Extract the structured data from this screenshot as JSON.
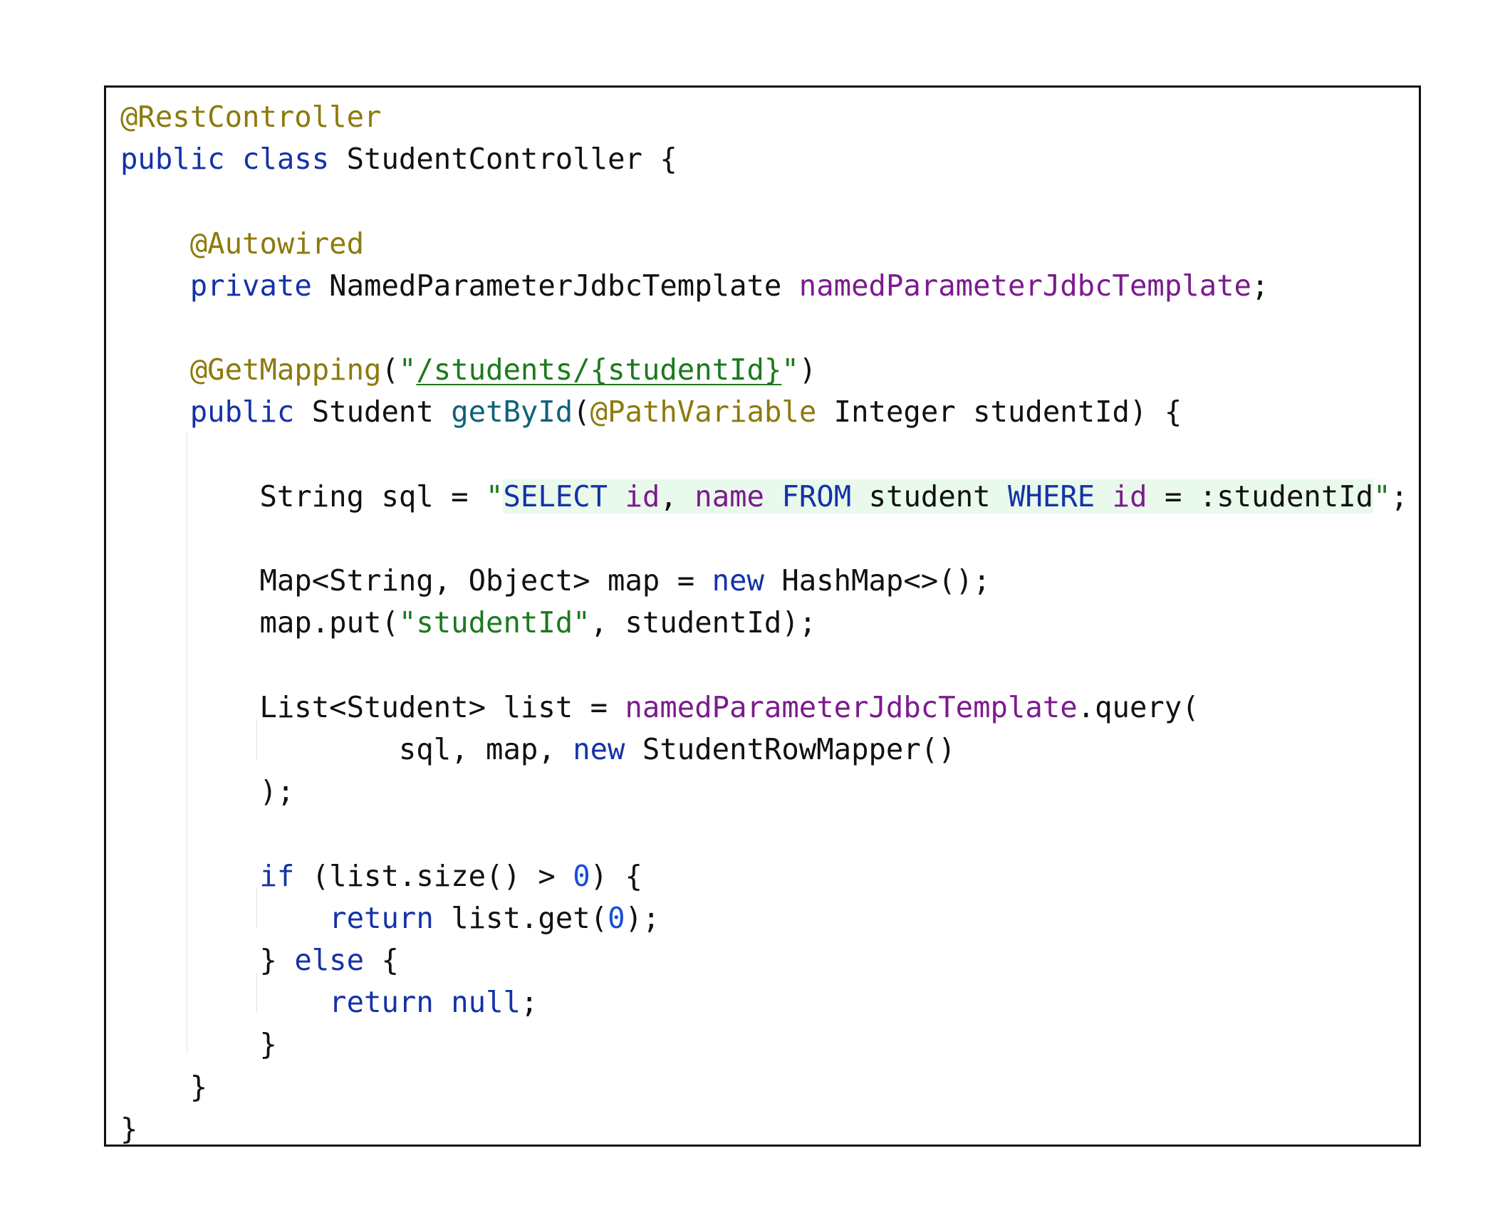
{
  "code": {
    "lines": [
      [
        {
          "t": "@RestController",
          "c": "ann"
        }
      ],
      [
        {
          "t": "public",
          "c": "kw"
        },
        {
          "t": " "
        },
        {
          "t": "class",
          "c": "kw"
        },
        {
          "t": " StudentController {"
        }
      ],
      [],
      [
        {
          "t": "    "
        },
        {
          "t": "@Autowired",
          "c": "ann"
        }
      ],
      [
        {
          "t": "    "
        },
        {
          "t": "private",
          "c": "kw"
        },
        {
          "t": " NamedParameterJdbcTemplate "
        },
        {
          "t": "namedParameterJdbcTemplate",
          "c": "fld"
        },
        {
          "t": ";"
        }
      ],
      [],
      [
        {
          "t": "    "
        },
        {
          "t": "@GetMapping",
          "c": "ann"
        },
        {
          "t": "("
        },
        {
          "t": "\"",
          "c": "str"
        },
        {
          "t": "/students/{studentId}",
          "c": "str link"
        },
        {
          "t": "\"",
          "c": "str"
        },
        {
          "t": ")"
        }
      ],
      [
        {
          "t": "    "
        },
        {
          "t": "public",
          "c": "kw"
        },
        {
          "t": " Student "
        },
        {
          "t": "getById",
          "c": "fn"
        },
        {
          "t": "("
        },
        {
          "t": "@PathVariable",
          "c": "ann"
        },
        {
          "t": " Integer studentId) {"
        }
      ],
      [],
      [
        {
          "t": "        String sql = "
        },
        {
          "t": "\"",
          "c": "str"
        },
        {
          "t": "SELECT",
          "c": "sqlkw sql-frag"
        },
        {
          "t": " ",
          "c": "sqlplain sql-frag"
        },
        {
          "t": "id",
          "c": "sqlid sql-frag"
        },
        {
          "t": ", ",
          "c": "sqlplain sql-frag"
        },
        {
          "t": "name",
          "c": "sqlid sql-frag"
        },
        {
          "t": " ",
          "c": "sqlplain sql-frag"
        },
        {
          "t": "FROM",
          "c": "sqlkw sql-frag"
        },
        {
          "t": " student ",
          "c": "sqlplain sql-frag"
        },
        {
          "t": "WHERE",
          "c": "sqlkw sql-frag"
        },
        {
          "t": " ",
          "c": "sqlplain sql-frag"
        },
        {
          "t": "id",
          "c": "sqlid sql-frag"
        },
        {
          "t": " = :studentId",
          "c": "sqlplain sql-frag"
        },
        {
          "t": "\"",
          "c": "str"
        },
        {
          "t": ";"
        }
      ],
      [],
      [
        {
          "t": "        Map<String, Object> map = "
        },
        {
          "t": "new",
          "c": "kw"
        },
        {
          "t": " HashMap<>();"
        }
      ],
      [
        {
          "t": "        map.put("
        },
        {
          "t": "\"studentId\"",
          "c": "str"
        },
        {
          "t": ", studentId);"
        }
      ],
      [],
      [
        {
          "t": "        List<Student> list = "
        },
        {
          "t": "namedParameterJdbcTemplate",
          "c": "fld"
        },
        {
          "t": ".query("
        }
      ],
      [
        {
          "t": "                sql, map, "
        },
        {
          "t": "new",
          "c": "kw"
        },
        {
          "t": " StudentRowMapper()"
        }
      ],
      [
        {
          "t": "        );"
        }
      ],
      [],
      [
        {
          "t": "        "
        },
        {
          "t": "if",
          "c": "kw"
        },
        {
          "t": " (list.size() > "
        },
        {
          "t": "0",
          "c": "num"
        },
        {
          "t": ") {"
        }
      ],
      [
        {
          "t": "            "
        },
        {
          "t": "return",
          "c": "kw"
        },
        {
          "t": " list.get("
        },
        {
          "t": "0",
          "c": "num"
        },
        {
          "t": ");"
        }
      ],
      [
        {
          "t": "        } "
        },
        {
          "t": "else",
          "c": "kw"
        },
        {
          "t": " {"
        }
      ],
      [
        {
          "t": "            "
        },
        {
          "t": "return",
          "c": "kw"
        },
        {
          "t": " "
        },
        {
          "t": "null",
          "c": "kw"
        },
        {
          "t": ";"
        }
      ],
      [
        {
          "t": "        }"
        }
      ],
      [
        {
          "t": "    }"
        }
      ],
      [
        {
          "t": "}"
        }
      ]
    ]
  }
}
